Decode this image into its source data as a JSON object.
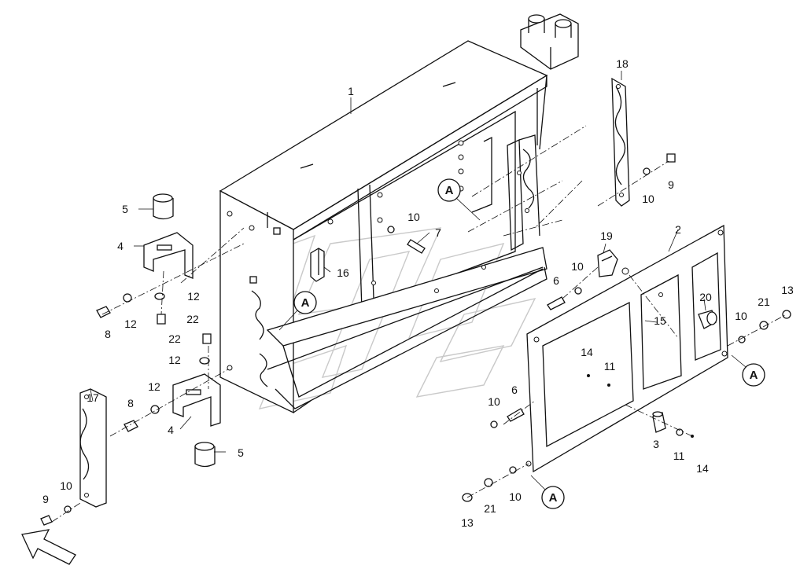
{
  "labels": {
    "p1": "1",
    "p2": "2",
    "p3": "3",
    "p4a": "4",
    "p4b": "4",
    "p5a": "5",
    "p5b": "5",
    "p6a": "6",
    "p6b": "6",
    "p7": "7",
    "p8a": "8",
    "p8b": "8",
    "p9a": "9",
    "p9b": "9",
    "p10a": "10",
    "p10b": "10",
    "p10c": "10",
    "p10d": "10",
    "p10e": "10",
    "p10f": "10",
    "p10g": "10",
    "p11a": "11",
    "p11b": "11",
    "p12a": "12",
    "p12b": "12",
    "p12c": "12",
    "p12d": "12",
    "p13a": "13",
    "p13b": "13",
    "p14a": "14",
    "p14b": "14",
    "p15": "15",
    "p16": "16",
    "p17": "17",
    "p18": "18",
    "p19": "19",
    "p20": "20",
    "p21a": "21",
    "p21b": "21",
    "p22a": "22",
    "p22b": "22"
  },
  "callouts": {
    "a1": "A",
    "a2": "A",
    "a3": "A",
    "a4": "A"
  }
}
